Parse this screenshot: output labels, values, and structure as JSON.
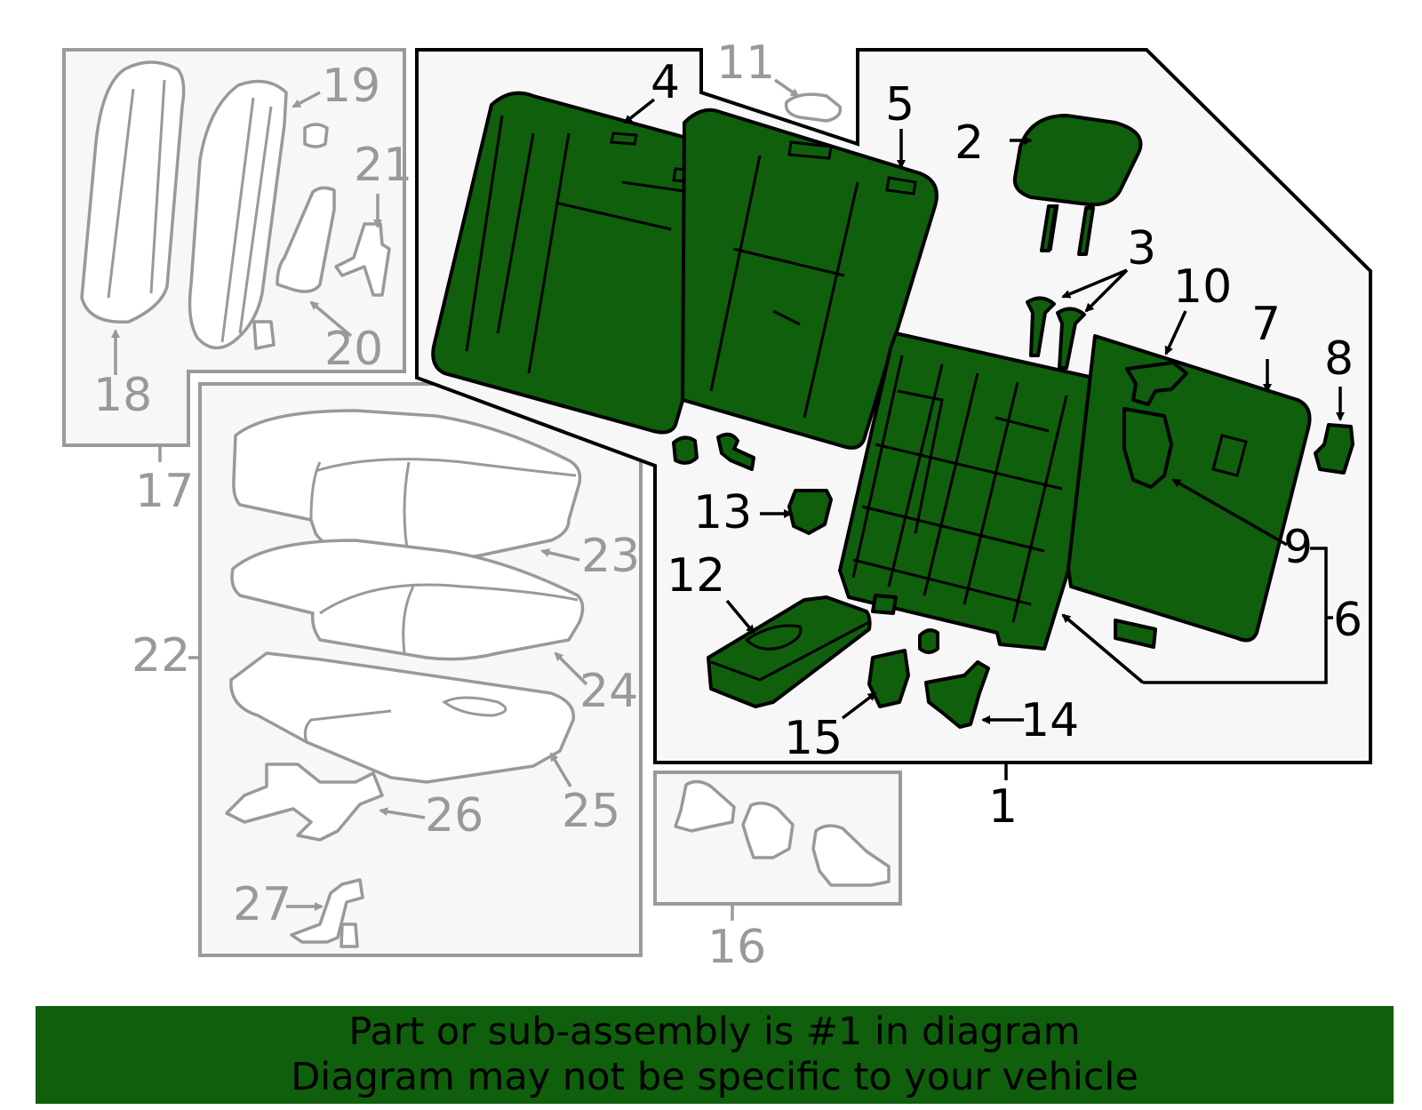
{
  "callouts": {
    "c1": "1",
    "c2": "2",
    "c3": "3",
    "c4": "4",
    "c5": "5",
    "c6": "6",
    "c7": "7",
    "c8": "8",
    "c9": "9",
    "c10": "10",
    "c11": "11",
    "c12": "12",
    "c13": "13",
    "c14": "14",
    "c15": "15",
    "c16": "16",
    "c17": "17",
    "c18": "18",
    "c19": "19",
    "c20": "20",
    "c21": "21",
    "c22": "22",
    "c23": "23",
    "c24": "24",
    "c25": "25",
    "c26": "26",
    "c27": "27"
  },
  "banner": {
    "line1": "Part or sub-assembly is #1 in diagram",
    "line2": "Diagram may not be specific to your vehicle"
  },
  "colors": {
    "highlight": "#0f5f0c",
    "inactive": "#999999",
    "panel_fill": "#f7f7f7"
  }
}
